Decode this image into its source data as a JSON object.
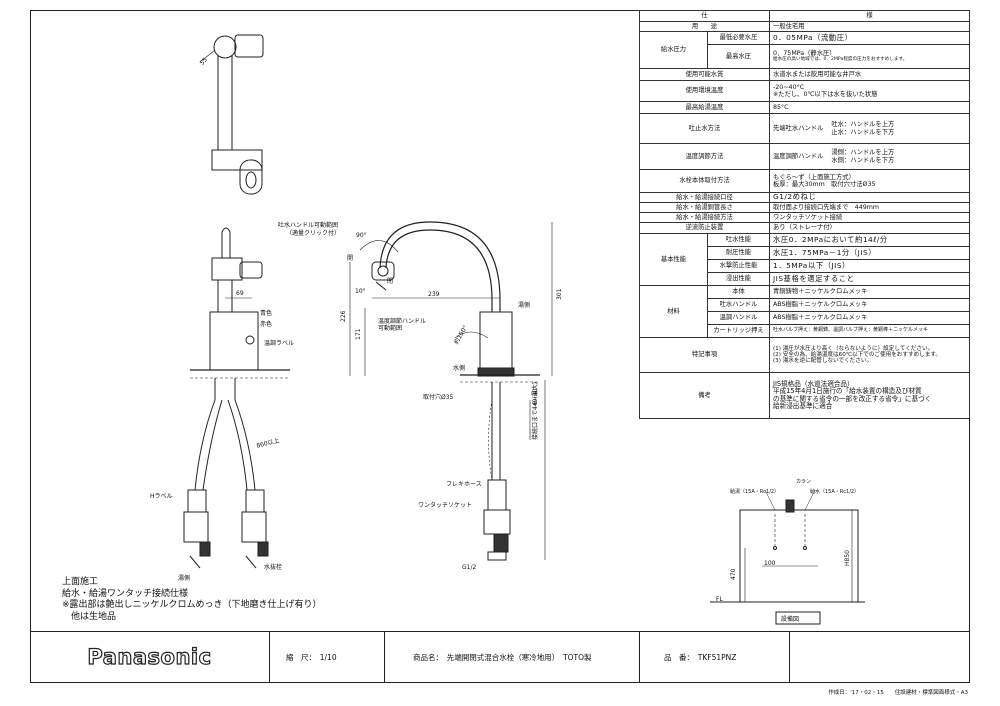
{
  "spec_table": {
    "header": {
      "left": "仕",
      "right": "様"
    },
    "use": {
      "label": "用　　途",
      "value": "一般住宅用"
    },
    "pressure": {
      "label": "給水圧力",
      "min_label": "最低必要水圧",
      "min_value": "0．05MPa（流動圧）",
      "max_label": "最高水圧",
      "max_value": "0．75MPa（静水圧）",
      "max_note": "給水圧の高い地域では、0．2MPa程度の圧力をおすすめします。"
    },
    "water": {
      "label": "使用可能水質",
      "value": "水道水または飲用可能な井戸水"
    },
    "temp_env": {
      "label": "使用環境温度",
      "value1": "-20~40°C",
      "value2": "※ただし、0℃以下は水を抜いた状態"
    },
    "max_hot": {
      "label": "最高給湯温度",
      "value": "85°C"
    },
    "spout": {
      "label": "吐止水方法",
      "value": "先端吐水ハンドル",
      "open": "吐水：ハンドルを上方",
      "close": "止水：ハンドルを下方"
    },
    "temp_adj": {
      "label": "温度調節方法",
      "value": "温度調節ハンドル",
      "hot": "湯側：ハンドルを上方",
      "cold": "水側：ハンドルを下方"
    },
    "mount": {
      "label": "水栓本体取付方法",
      "value1": "もぐら～ず（上面施工方式）",
      "value2": "板厚：最大30mm　取付穴寸法Ø35"
    },
    "thread": {
      "label": "給水・給湯接続口径",
      "value": "G1/2めねじ"
    },
    "pipe_len": {
      "label": "給水・給湯銅管長さ",
      "value": "取付面より接続口先端まで　449mm"
    },
    "connect": {
      "label": "給水・給湯接続方法",
      "value": "ワンタッチソケット接続"
    },
    "backflow": {
      "label": "逆流防止装置",
      "value": "あり（ストレーナ付）"
    },
    "performance": {
      "label": "基本性能",
      "rows": [
        {
          "k": "吐水性能",
          "v": "水圧0．2MPaにおいて約14ℓ/分"
        },
        {
          "k": "耐圧性能",
          "v": "水圧1．75MPa－1分（JIS）"
        },
        {
          "k": "水撃防止性能",
          "v": "1．5MPa以下（JIS）"
        },
        {
          "k": "浸出性能",
          "v": "JIS基格を適足すること"
        }
      ]
    },
    "material": {
      "label": "材料",
      "rows": [
        {
          "k": "本体",
          "v": "青銅鋳物＋ニッケルクロムメッキ"
        },
        {
          "k": "吐水ハンドル",
          "v": "ABS樹脂＋ニッケルクロムメッキ"
        },
        {
          "k": "温調ハンドル",
          "v": "ABS樹脂＋ニッケルクロムメッキ"
        },
        {
          "k": "カートリッジ押え",
          "v": "吐水バルブ押え：黄銅鋳、温調バルブ押え：黄銅棒＋ニッケルメッキ"
        }
      ]
    },
    "notes": {
      "label": "特記事項",
      "items": [
        "(1) 湯圧が水圧より高く（ならないように）設定してください。",
        "(2) 安全の為、給湯温度は60℃以下でのご使用をおすすめします。",
        "(3) 湯水を逆に配管しないでください。"
      ]
    },
    "remarks": {
      "label": "備考",
      "items": [
        "JIS規格品（水道法適合品）",
        "平成15年4月1日施行の「給水装置の構造及び材質",
        "の基準に関する省令の一部を改正する省令」に基づく",
        "給新浸出基準に適合"
      ]
    }
  },
  "drawing": {
    "labels": {
      "spout_range": "吐水ハンドル可動範囲",
      "click": "（適量クリック付）",
      "open": "開",
      "close": "閉",
      "temp_range1": "温度調節ハンドル",
      "temp_range2": "可動範囲",
      "hot_side": "湯側",
      "cold_side": "水側",
      "hole": "取付穴Ø35",
      "flexible": "フレキホース",
      "onetouch": "ワンタッチソケット",
      "g12": "G1/2",
      "blue": "青色",
      "red": "赤色",
      "temp_label": "温調ラベル",
      "h_label": "Hラベル",
      "hot_water": "湯側",
      "drain": "水抜栓",
      "len860": "860以上",
      "pipe_len_v": "接続口まで449(最大)",
      "dim_239": "239",
      "dim_301": "301",
      "dim_226": "226",
      "dim_171": "171",
      "dim_69": "69",
      "dim_55": "55",
      "dim_10": "10°",
      "dim_90": "90°",
      "dim_150": "約150°",
      "dim_6_30": "6~30"
    },
    "install": {
      "title": "設備図",
      "hot": "給湯（15A・Rc1/2）",
      "cold": "給水（15A・Rc1/2）",
      "faucet": "カラン",
      "d100": "100",
      "d470": "470",
      "h850": "H850",
      "fl": "FL"
    }
  },
  "construction_notes": [
    "上面施工",
    "給水・給湯ワンタッチ接続仕様",
    "※露出部は艶出しニッケルクロムめっき（下地磨き仕上げ有り）",
    "　他は生地品"
  ],
  "title_block": {
    "brand": "Panasonic",
    "scale": "縮　尺：　1/10",
    "product": "商品名：　先端開閉式混合水栓（寒冷地用）　TOTO製",
    "model": "品　番：　TKF51PNZ"
  },
  "footer": "作成日：'17・02・15　　住設建材・標準図面様式・A3"
}
